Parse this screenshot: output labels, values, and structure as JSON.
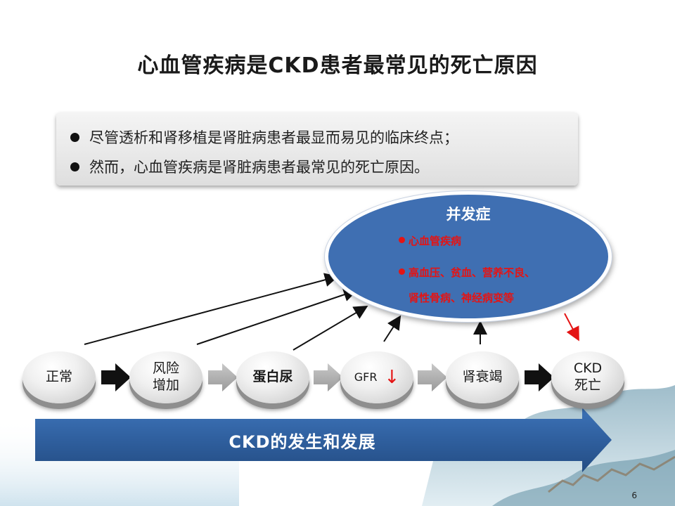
{
  "title": "心血管疾病是CKD患者最常见的死亡原因",
  "bullets": [
    "尽管透析和肾移植是肾脏病患者最显而易见的临床终点；",
    "然而，心血管疾病是肾脏病患者最常见的死亡原因。"
  ],
  "complications": {
    "title": "并发症",
    "item1": "心血管疾病",
    "item2_line1": "高血压、贫血、营养不良、",
    "item2_line2": "肾性骨病、神经病变等"
  },
  "stages": [
    {
      "label": "正常"
    },
    {
      "label": "风险\n增加"
    },
    {
      "label": "蛋白尿"
    },
    {
      "label": "GFR",
      "arrow": "↓"
    },
    {
      "label": "肾衰竭"
    },
    {
      "label": "CKD\n死亡"
    }
  ],
  "banner": "CKD的发生和发展",
  "page_number": "6",
  "colors": {
    "oval": "#3f6fb2",
    "highlight": "#e41414",
    "banner": "#2f5f9e"
  }
}
